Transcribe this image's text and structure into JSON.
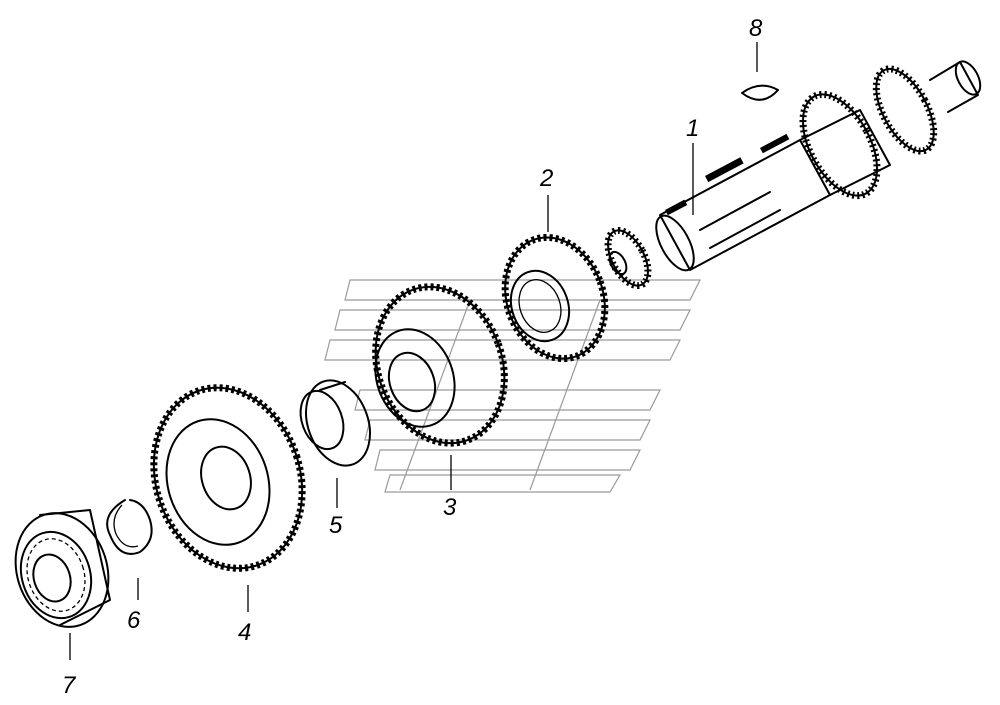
{
  "callouts": [
    {
      "id": "1",
      "label": "1"
    },
    {
      "id": "2",
      "label": "2"
    },
    {
      "id": "3",
      "label": "3"
    },
    {
      "id": "4",
      "label": "4"
    },
    {
      "id": "5",
      "label": "5"
    },
    {
      "id": "6",
      "label": "6"
    },
    {
      "id": "7",
      "label": "7"
    },
    {
      "id": "8",
      "label": "8"
    }
  ],
  "colors": {
    "ink": "#000000",
    "watermark": "#9a9a9a",
    "background": "#ffffff"
  },
  "icons": [
    "shaft-drawing",
    "gear-drawing",
    "bearing-drawing",
    "snap-ring-drawing",
    "bushing-drawing",
    "woodruff-key-drawing"
  ]
}
